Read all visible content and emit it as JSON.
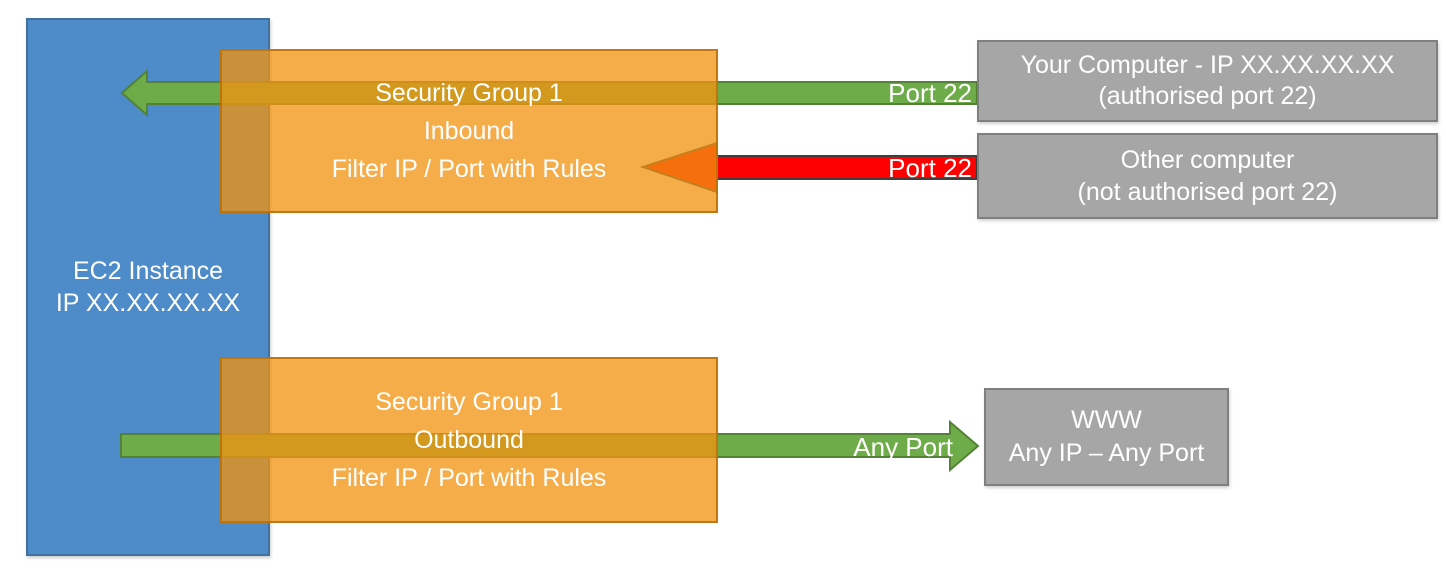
{
  "diagram": {
    "title_implicit": "EC2 Security Group inbound and outbound filtering",
    "ec2": {
      "line1": "EC2 Instance",
      "line2": "IP XX.XX.XX.XX"
    },
    "inbound_sg": {
      "line1": "Security Group 1",
      "line2": "Inbound",
      "line3": "Filter IP / Port with Rules"
    },
    "outbound_sg": {
      "line1": "Security Group 1",
      "line2": "Outbound",
      "line3": "Filter IP / Port with Rules"
    },
    "your_computer": {
      "line1": "Your Computer - IP XX.XX.XX.XX",
      "line2": "(authorised port 22)"
    },
    "other_computer": {
      "line1": "Other computer",
      "line2": "(not authorised port 22)"
    },
    "www": {
      "line1": "WWW",
      "line2": "Any IP – Any Port"
    },
    "labels": {
      "inbound_allowed_port": "Port 22",
      "inbound_blocked_port": "Port 22",
      "outbound_port": "Any Port"
    },
    "arrows": [
      {
        "name": "inbound-allowed-arrow",
        "from": "Your Computer",
        "to": "EC2 Instance",
        "direction": "left",
        "status": "allowed",
        "label": "Port 22",
        "color_role": "green"
      },
      {
        "name": "inbound-blocked-arrow",
        "from": "Other computer",
        "to": "Security Group 1 Inbound",
        "direction": "left",
        "status": "blocked at security group",
        "label": "Port 22",
        "color_role": "red"
      },
      {
        "name": "outbound-allowed-arrow",
        "from": "EC2 Instance",
        "to": "WWW",
        "direction": "right",
        "status": "allowed",
        "label": "Any Port",
        "color_role": "green"
      }
    ]
  },
  "colors": {
    "blue": "#4D8BC9",
    "blue_border": "#41719C",
    "orange": "rgba(242,147,17,0.76)",
    "orange_border": "rgba(184,111,8,0.85)",
    "green": "#6EAC49",
    "green_border": "#538135",
    "red": "#FF0000",
    "red_border": "#3F3F3F",
    "gray": "#A6A6A6",
    "gray_border": "#7F7F7F",
    "text": "#FFFFFF"
  }
}
